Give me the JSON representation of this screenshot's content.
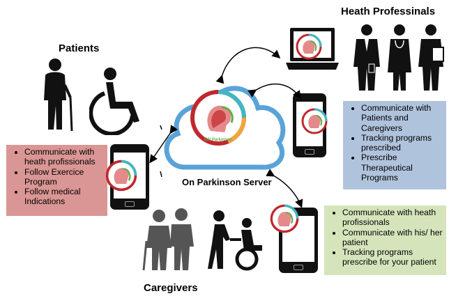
{
  "headings": {
    "patients": "Patients",
    "professionals": "Heath Professinals",
    "caregivers": "Caregivers",
    "server": "On Parkinson Server"
  },
  "patients_box": {
    "items": [
      "Communicate with heath profissionals",
      "Follow Exercice Program",
      "Follow medical Indications"
    ]
  },
  "professionals_box": {
    "items": [
      "Communicate with Patients and Caregivers",
      "Tracking programs prescribed",
      "Prescribe Therapeutical Programs"
    ]
  },
  "caregivers_box": {
    "items": [
      "Communicate with heath profissionals",
      "Communicate with his/ her patient",
      "Tracking programs prescribe for your patient"
    ]
  },
  "logo_text": "ON Parkinson",
  "colors": {
    "patients_box": "#da9694",
    "professionals_box": "#b0c3dc",
    "caregivers_box": "#d6e4bc",
    "cloud_outline": "#5aa3d8",
    "logo_red": "#c0282d",
    "logo_green": "#5fae4b",
    "logo_teal": "#3fb8c2"
  },
  "icons": {
    "patients": [
      "elderly-person-with-cane-icon",
      "wheelchair-user-icon"
    ],
    "professionals": [
      "doctor-icon",
      "nurse-icon",
      "doctor-with-clipboard-icon"
    ],
    "caregivers": [
      "elderly-couple-icon",
      "person-pushing-wheelchair-icon"
    ],
    "devices": [
      "laptop-icon",
      "smartphone-icon"
    ]
  }
}
